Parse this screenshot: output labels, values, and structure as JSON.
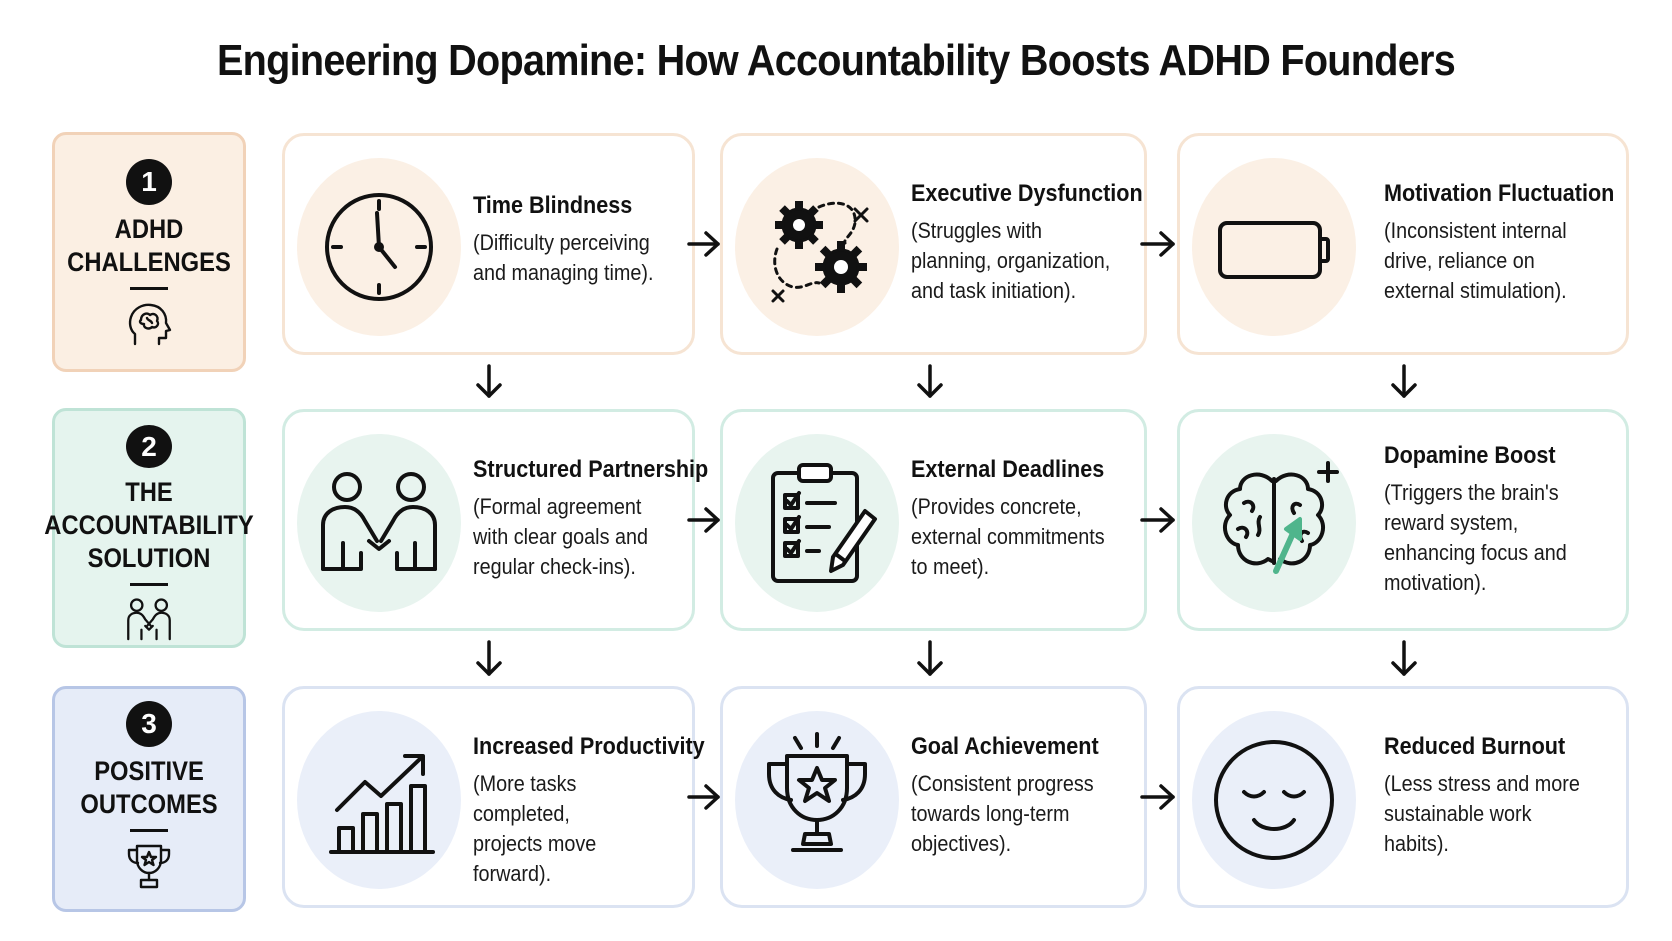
{
  "title": "Engineering Dopamine: How Accountability Boosts ADHD Founders",
  "colors": {
    "row1_border": "#f1d2b8",
    "row1_fill": "#fbefe3",
    "row2_border": "#bfe3d6",
    "row2_fill": "#e5f4ee",
    "row3_border": "#b7c6e6",
    "row3_fill": "#e6ecf8",
    "card1_border": "#f6e4d3",
    "card2_border": "#d2ece3",
    "card3_border": "#dbe3f2",
    "circle1": "#fbf0e5",
    "circle2": "#e8f4ef",
    "circle3": "#eaeff9",
    "accent_green": "#4fb58c"
  },
  "rows": [
    {
      "number": "1",
      "label": "ADHD\nCHALLENGES",
      "icon": "brain-head-icon",
      "cards": [
        {
          "title": "Time Blindness",
          "desc": "(Difficulty perceiving\nand managing time).",
          "icon": "clock-icon"
        },
        {
          "title": "Executive Dysfunction",
          "desc": "(Struggles with\nplanning, organization,\nand task initiation).",
          "icon": "gears-icon"
        },
        {
          "title": "Motivation Fluctuation",
          "desc": "(Inconsistent internal\ndrive, reliance on\nexternal stimulation).",
          "icon": "battery-icon"
        }
      ]
    },
    {
      "number": "2",
      "label": "THE\nACCOUNTABILITY\nSOLUTION",
      "icon": "handshake-icon",
      "cards": [
        {
          "title": "Structured Partnership",
          "desc": "(Formal agreement\nwith clear goals and\nregular check-ins).",
          "icon": "handshake-icon"
        },
        {
          "title": "External Deadlines",
          "desc": "(Provides concrete,\nexternal commitments\nto meet).",
          "icon": "clipboard-checklist-icon"
        },
        {
          "title": "Dopamine Boost",
          "desc": "(Triggers the brain's\nreward system,\nenhancing focus and\nmotivation).",
          "icon": "brain-arrow-icon"
        }
      ]
    },
    {
      "number": "3",
      "label": "POSITIVE\nOUTCOMES",
      "icon": "trophy-icon",
      "cards": [
        {
          "title": "Increased Productivity",
          "desc": "(More tasks completed,\nprojects move\nforward).",
          "icon": "bar-chart-growth-icon"
        },
        {
          "title": "Goal Achievement",
          "desc": "(Consistent progress\ntowards long-term\nobjectives).",
          "icon": "trophy-icon"
        },
        {
          "title": "Reduced Burnout",
          "desc": "(Less stress and more\nsustainable work\nhabits).",
          "icon": "calm-face-icon"
        }
      ]
    }
  ]
}
